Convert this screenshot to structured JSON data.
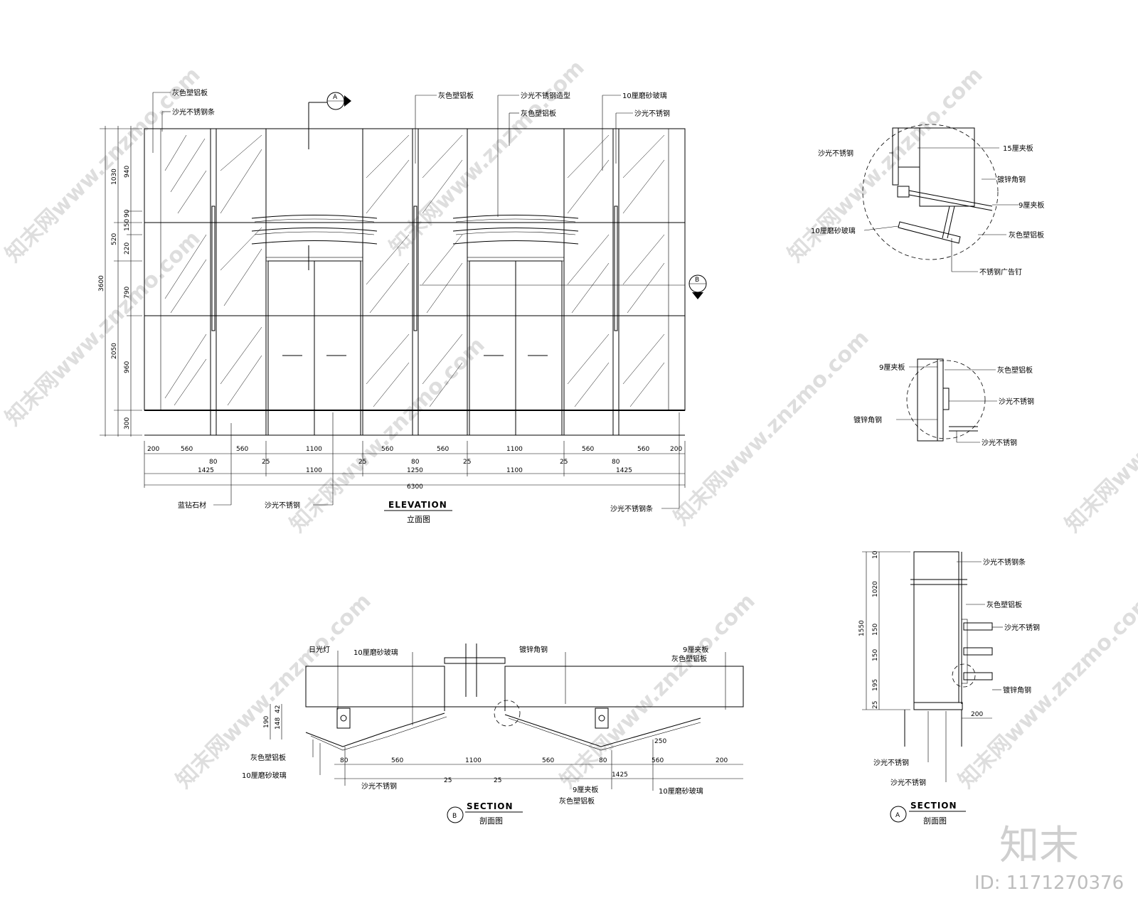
{
  "watermark": {
    "text": "知末网www.znzmo.com",
    "logo": "知末",
    "id_label": "ID: 1171270376"
  },
  "elevation": {
    "title": "ELEVATION",
    "subtitle": "立面图",
    "callouts": {
      "a": "灰色塑铝板",
      "b": "沙光不锈钢条",
      "c": "灰色塑铝板",
      "d": "沙光不锈钢造型",
      "e": "灰色塑铝板",
      "f": "10厘磨砂玻璃",
      "g": "沙光不锈钢",
      "h": "蓝钻石材",
      "i": "沙光不锈钢",
      "j": "沙光不锈钢条"
    },
    "marker_a": "A",
    "marker_b": "B",
    "dims_left": {
      "total": "3600",
      "upper": "1030",
      "mid": "520",
      "lower": "2050",
      "bottom": "300",
      "d940": "940",
      "d90": "90",
      "d150": "150",
      "d220": "220",
      "d790": "790",
      "d960": "960"
    },
    "dims_bottom_row1": [
      "200",
      "560",
      "560",
      "1100",
      "560",
      "560",
      "1100",
      "560",
      "560",
      "200"
    ],
    "dims_bottom_row2": [
      "80",
      "25",
      "25",
      "80",
      "25",
      "25",
      "80"
    ],
    "dims_bottom_row3": [
      "1425",
      "1100",
      "1250",
      "1100",
      "1425"
    ],
    "dims_total": "6300"
  },
  "detail1": {
    "labels": {
      "a": "沙光不锈钢",
      "b": "15厘夹板",
      "c": "镀锌角钢",
      "d": "9厘夹板",
      "e": "10厘磨砂玻璃",
      "f": "灰色塑铝板",
      "g": "不锈钢广告钉"
    }
  },
  "detail2": {
    "labels": {
      "a": "9厘夹板",
      "b": "灰色塑铝板",
      "c": "沙光不锈钢",
      "d": "镀锌角钢",
      "e": "沙光不锈钢"
    }
  },
  "section_b": {
    "marker": "B",
    "title": "SECTION",
    "subtitle": "剖面图",
    "labels": {
      "a": "日光灯",
      "b": "10厘磨砂玻璃",
      "c": "镀锌角钢",
      "d": "9厘夹板",
      "e": "灰色塑铝板",
      "f": "灰色塑铝板",
      "g": "10厘磨砂玻璃",
      "h": "沙光不锈钢",
      "i": "9厘夹板",
      "j": "灰色塑铝板",
      "k": "10厘磨砂玻璃"
    },
    "dims": {
      "d42": "42",
      "d148": "148",
      "d190": "190",
      "d80a": "80",
      "d560a": "560",
      "d1100": "1100",
      "d560b": "560",
      "d80b": "80",
      "d560c": "560",
      "d200": "200",
      "d25a": "25",
      "d25b": "25",
      "d1425": "1425",
      "d250": "250"
    }
  },
  "section_a": {
    "marker": "A",
    "title": "SECTION",
    "subtitle": "剖面图",
    "labels": {
      "a": "沙光不锈钢条",
      "b": "灰色塑铝板",
      "c": "沙光不锈钢",
      "d": "镀锌角钢",
      "e": "沙光不锈钢",
      "f": "沙光不锈钢"
    },
    "dims": {
      "total": "1550",
      "d10": "10",
      "d1020": "1020",
      "d150a": "150",
      "d150b": "150",
      "d195": "195",
      "d25": "25",
      "d200": "200"
    }
  }
}
